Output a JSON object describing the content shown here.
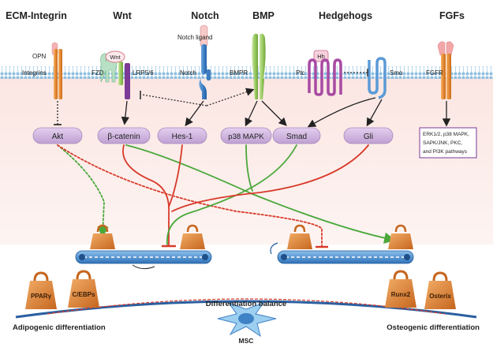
{
  "pathways": {
    "ecm": "ECM-Integrin",
    "wnt": "Wnt",
    "notch": "Notch",
    "bmp": "BMP",
    "hedgehog": "Hedgehogs",
    "fgf": "FGFs"
  },
  "ligands": {
    "opn": "OPN",
    "wnt": "Wnt",
    "notch_ligand": "Notch ligand",
    "hh": "Hh"
  },
  "receptors": {
    "integrins": "Integrins",
    "fzd": "FZD",
    "lrp": "LRP5/6",
    "notch": "Notch",
    "bmpr": "BMPR",
    "ptc": "Ptc",
    "smo": "Smo",
    "fgfr": "FGFR"
  },
  "effectors": {
    "akt": "Akt",
    "bcatenin": "β-catenin",
    "hes1": "Hes-1",
    "p38": "p38 MAPK",
    "smad": "Smad",
    "gli": "Gli"
  },
  "fgf_box": [
    "ERK1/2, p38 MAPK,",
    "SAPK/JNK, PKC,",
    "and PI3K pathways"
  ],
  "weights": {
    "pparg": "PPARγ",
    "cebp": "C/EBPs",
    "runx2": "Runx2",
    "osterix": "Osterix"
  },
  "bottom": {
    "balance": "Differentiation balance",
    "adipo": "Adipogenic differentiation",
    "osteo": "Osteogenic differentiation",
    "msc": "MSC"
  },
  "colors": {
    "membrane": "#a9cfe8",
    "cytoplasm": "#fbe9e6",
    "pill": "#cdb1db",
    "weight": "#e0893f",
    "green": "#4aa83a",
    "red": "#d83a2a",
    "belt": "#3e82c4"
  }
}
